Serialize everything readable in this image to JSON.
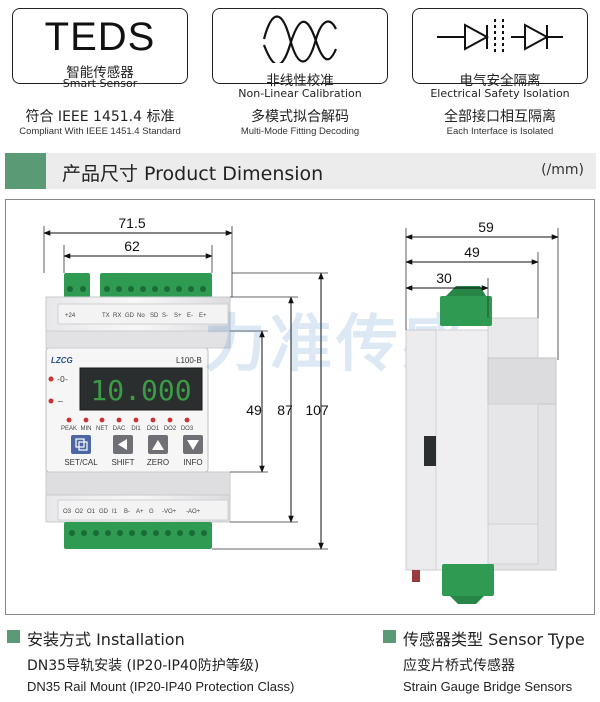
{
  "features": [
    {
      "card_title": "TEDS",
      "card_cn": "智能传感器",
      "card_en": "Smart Sensor",
      "caption_cn": "符合 IEEE 1451.4 标准",
      "caption_en": "Compliant With IEEE 1451.4 Standard",
      "icon": "teds-text"
    },
    {
      "card_cn": "非线性校准",
      "card_en": "Non-Linear Calibration",
      "caption_cn": "多模式拟合解码",
      "caption_en": "Multi-Mode Fitting Decoding",
      "icon": "sine-wave-icon"
    },
    {
      "card_cn": "电气安全隔离",
      "card_en": "Electrical Safety Isolation",
      "caption_cn": "全部接口相互隔离",
      "caption_en": "Each Interface is Isolated",
      "icon": "isolation-diode-icon"
    }
  ],
  "section": {
    "title": "产品尺寸 Product Dimension",
    "unit": "(/mm)",
    "accent_color": "#5a9b76"
  },
  "dimensions": {
    "front_width_total": "71.5",
    "front_width_body": "62",
    "front_height_panel": "49",
    "front_height_mid": "87",
    "front_height_total": "107",
    "side_depth_total": "59",
    "side_depth_mid": "49",
    "side_depth_front": "30"
  },
  "device": {
    "brand": "LZCG",
    "model": "L100-B",
    "display_value": "10.000",
    "display_color": "#3c9b45",
    "top_terminal_labels": [
      "+24",
      "TX",
      "RX",
      "GD",
      "No",
      "SD",
      "S-",
      "S+",
      "E-",
      "E+"
    ],
    "bottom_terminal_labels": [
      "O3",
      "O2",
      "O1",
      "GD",
      "I1",
      "B-",
      "A+",
      "G",
      "-VO+",
      "-AO+"
    ],
    "leds": [
      "PEAK",
      "MIN",
      "NET",
      "DAC",
      "DI1",
      "DO1",
      "DO2",
      "DO3"
    ],
    "buttons": [
      "SET/CAL",
      "SHIFT",
      "ZERO",
      "INFO"
    ],
    "watermark": "力准传感"
  },
  "installation": {
    "heading": "安装方式 Installation",
    "line_cn": "DN35导轨安装 (IP20-IP40防护等级)",
    "line_en": "DN35 Rail Mount (IP20-IP40 Protection Class)"
  },
  "sensor_type": {
    "heading": "传感器类型 Sensor Type",
    "line_cn": "应变片桥式传感器",
    "line_en": "Strain Gauge Bridge Sensors"
  }
}
